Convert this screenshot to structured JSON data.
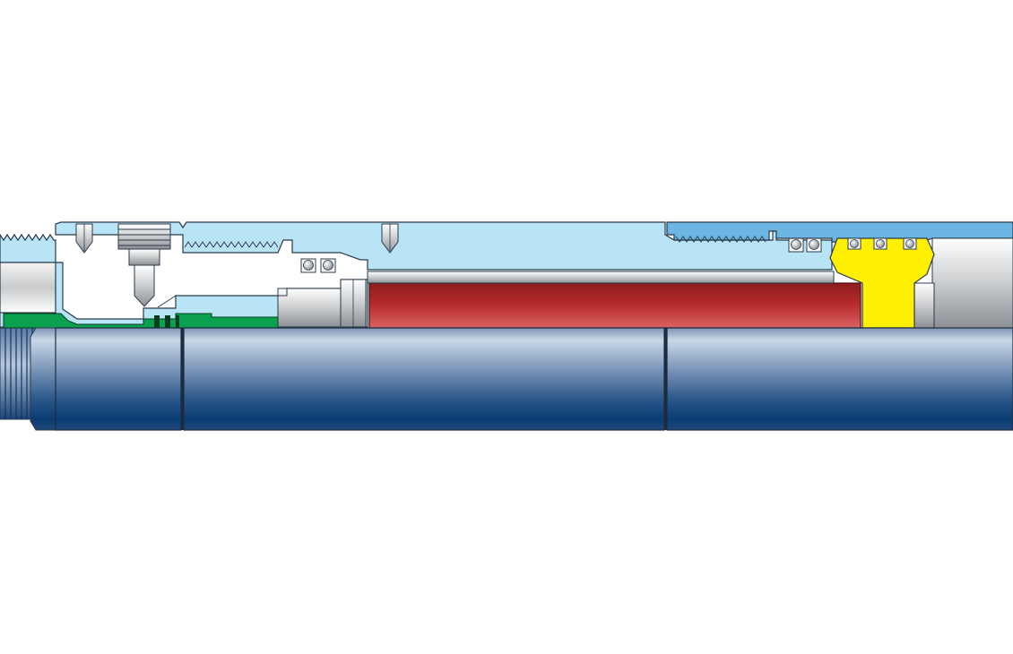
{
  "diagram": {
    "kind": "tool cross-section",
    "caption": "",
    "colors": {
      "background": "#ffffff",
      "housing": "#b8e4f6",
      "housing_outline": "#2b3a4a",
      "upper_housing": "#6cb6e4",
      "mandrel_dark": "#0a3c72",
      "mandrel_light": "#c5d6e8",
      "element_red": "#b42a2a",
      "element_red_light": "#d85a5a",
      "seal_yellow": "#ffef00",
      "lock_green": "#0aa050",
      "steel_grey": "#b9bcc0",
      "steel_light": "#f2f2f2"
    },
    "parts": [
      {
        "id": "box-connection",
        "icon": "threaded-box-icon"
      },
      {
        "id": "top-sub",
        "icon": "housing-icon"
      },
      {
        "id": "setting-pin",
        "icon": "pin-icon"
      },
      {
        "id": "shear-screws",
        "icon": "screw-icon"
      },
      {
        "id": "lock-ring",
        "icon": "ring-icon"
      },
      {
        "id": "o-ring-seals",
        "icon": "o-ring-icon"
      },
      {
        "id": "packing-element",
        "icon": "element-icon"
      },
      {
        "id": "upper-housing",
        "icon": "housing-icon"
      },
      {
        "id": "seal-ring",
        "icon": "seal-icon"
      },
      {
        "id": "mandrel",
        "icon": "mandrel-icon"
      }
    ]
  }
}
